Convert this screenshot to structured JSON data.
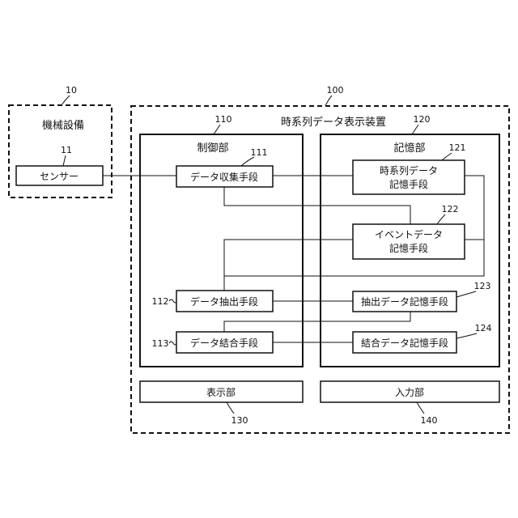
{
  "machine": {
    "ref": "10",
    "title": "機械設備",
    "sensor": {
      "ref": "11",
      "label": "センサー"
    }
  },
  "device": {
    "ref": "100",
    "title": "時系列データ表示装置",
    "control": {
      "ref": "110",
      "title": "制御部",
      "collect": {
        "ref": "111",
        "label": "データ収集手段"
      },
      "extract": {
        "ref": "112",
        "label": "データ抽出手段"
      },
      "combine": {
        "ref": "113",
        "label": "データ結合手段"
      }
    },
    "storage": {
      "ref": "120",
      "title": "記憶部",
      "ts_store": {
        "ref": "121",
        "line1": "時系列データ",
        "line2": "記憶手段"
      },
      "event_store": {
        "ref": "122",
        "line1": "イベントデータ",
        "line2": "記憶手段"
      },
      "extract_store": {
        "ref": "123",
        "label": "抽出データ記憶手段"
      },
      "combine_store": {
        "ref": "124",
        "label": "結合データ記憶手段"
      }
    },
    "display": {
      "ref": "130",
      "label": "表示部"
    },
    "input": {
      "ref": "140",
      "label": "入力部"
    }
  }
}
